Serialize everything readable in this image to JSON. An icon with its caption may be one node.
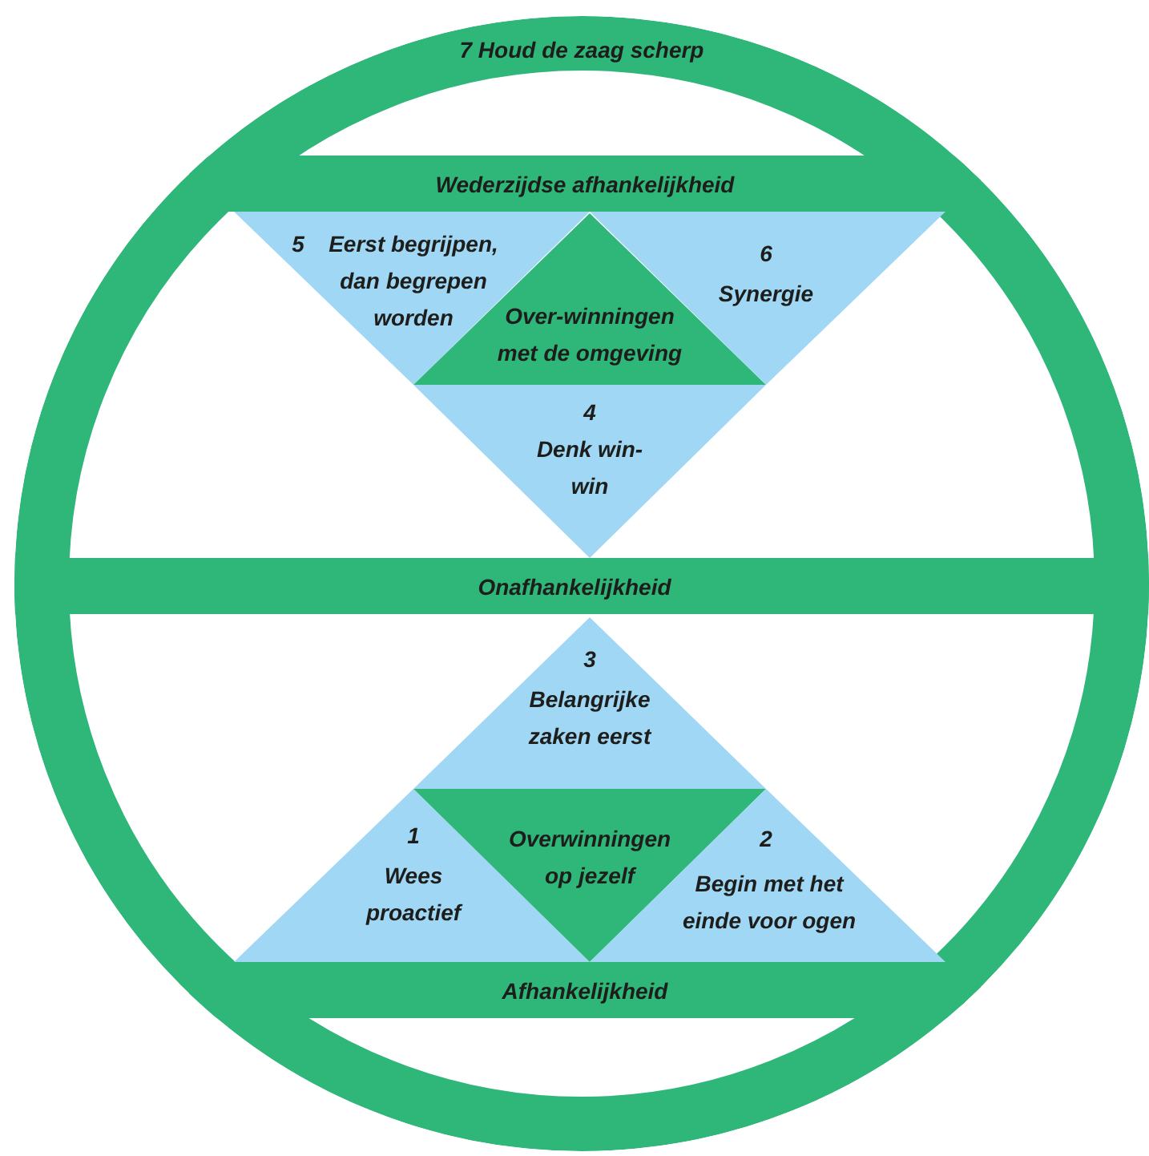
{
  "diagram": {
    "nodes": [
      {
        "text": [
          "7 Houd de zaag scherp"
        ]
      },
      {
        "text": [
          "Wederzijdse afhankelijkheid"
        ],
        "in": 0
      },
      {
        "text": [
          "5",
          "Eerst begrijpen, dan begrepen worden"
        ],
        "in": 0
      },
      {
        "text": [
          "Over-winningen met de omgeving"
        ],
        "in": 0
      },
      {
        "text": [
          "6",
          "Synergie"
        ],
        "in": 0
      },
      {
        "text": [
          "4",
          "Denk win-win"
        ],
        "in": 0
      },
      {
        "text": [
          "Onafhankelijkheid"
        ],
        "in": 0
      },
      {
        "text": [
          "3",
          "Belangrijke zaken eerst"
        ],
        "in": 0
      },
      {
        "text": [
          "1",
          "Wees proactief"
        ],
        "in": 0
      },
      {
        "text": [
          "Overwinningen op jezelf"
        ],
        "in": 0
      },
      {
        "text": [
          "2",
          "Begin met het einde voor ogen"
        ],
        "in": 0
      },
      {
        "text": [
          "Afhankelijkheid"
        ],
        "in": 0
      }
    ]
  }
}
